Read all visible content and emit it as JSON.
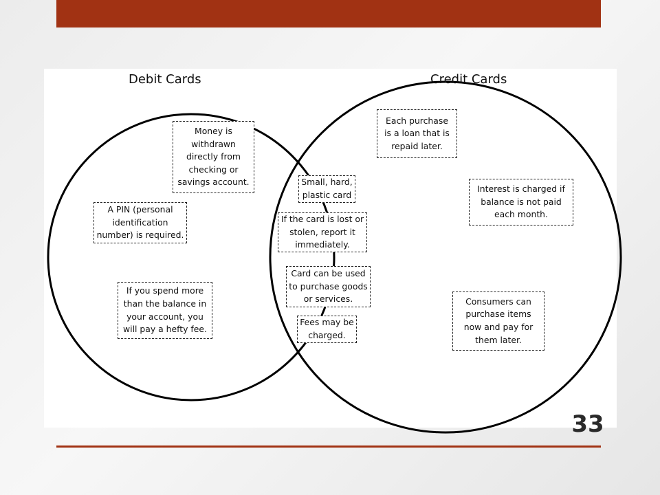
{
  "slide": {
    "page_number": "33",
    "accent_color": "#a13213"
  },
  "diagram": {
    "left_title": "Debit Cards",
    "right_title": "Credit Cards",
    "debit_only": [
      "Money is\nwithdrawn\ndirectly from\nchecking or\nsavings account.",
      "A PIN (personal\nidentification\nnumber) is required.",
      "If you spend more\nthan the balance in\nyour account, you\nwill pay a hefty fee."
    ],
    "both": [
      "Small, hard,\nplastic card",
      "If the card is lost or\nstolen, report it\nimmediately.",
      "Card can be used\nto purchase goods\nor services.",
      "Fees may be\ncharged."
    ],
    "credit_only": [
      "Each purchase\nis a loan that is\nrepaid later.",
      "Interest is charged if\nbalance is not paid\neach month.",
      "Consumers can\npurchase items\nnow and pay for\nthem later."
    ]
  }
}
